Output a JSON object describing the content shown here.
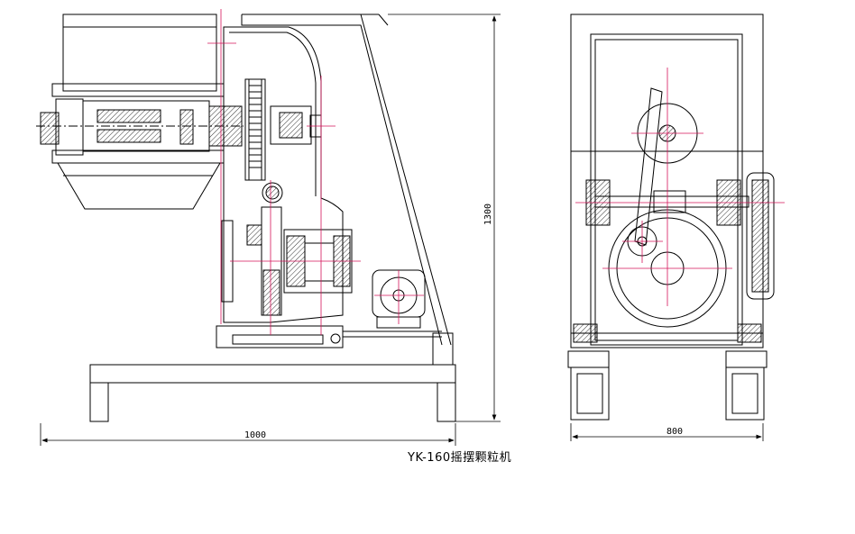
{
  "drawing": {
    "caption": "YK-160摇摆颗粒机",
    "dimensions": {
      "height": "1300",
      "width_side": "1000",
      "width_front": "800"
    },
    "colors": {
      "line": "#000000",
      "center_line": "#d4145a",
      "hatch": "#000000",
      "background": "#ffffff"
    }
  }
}
